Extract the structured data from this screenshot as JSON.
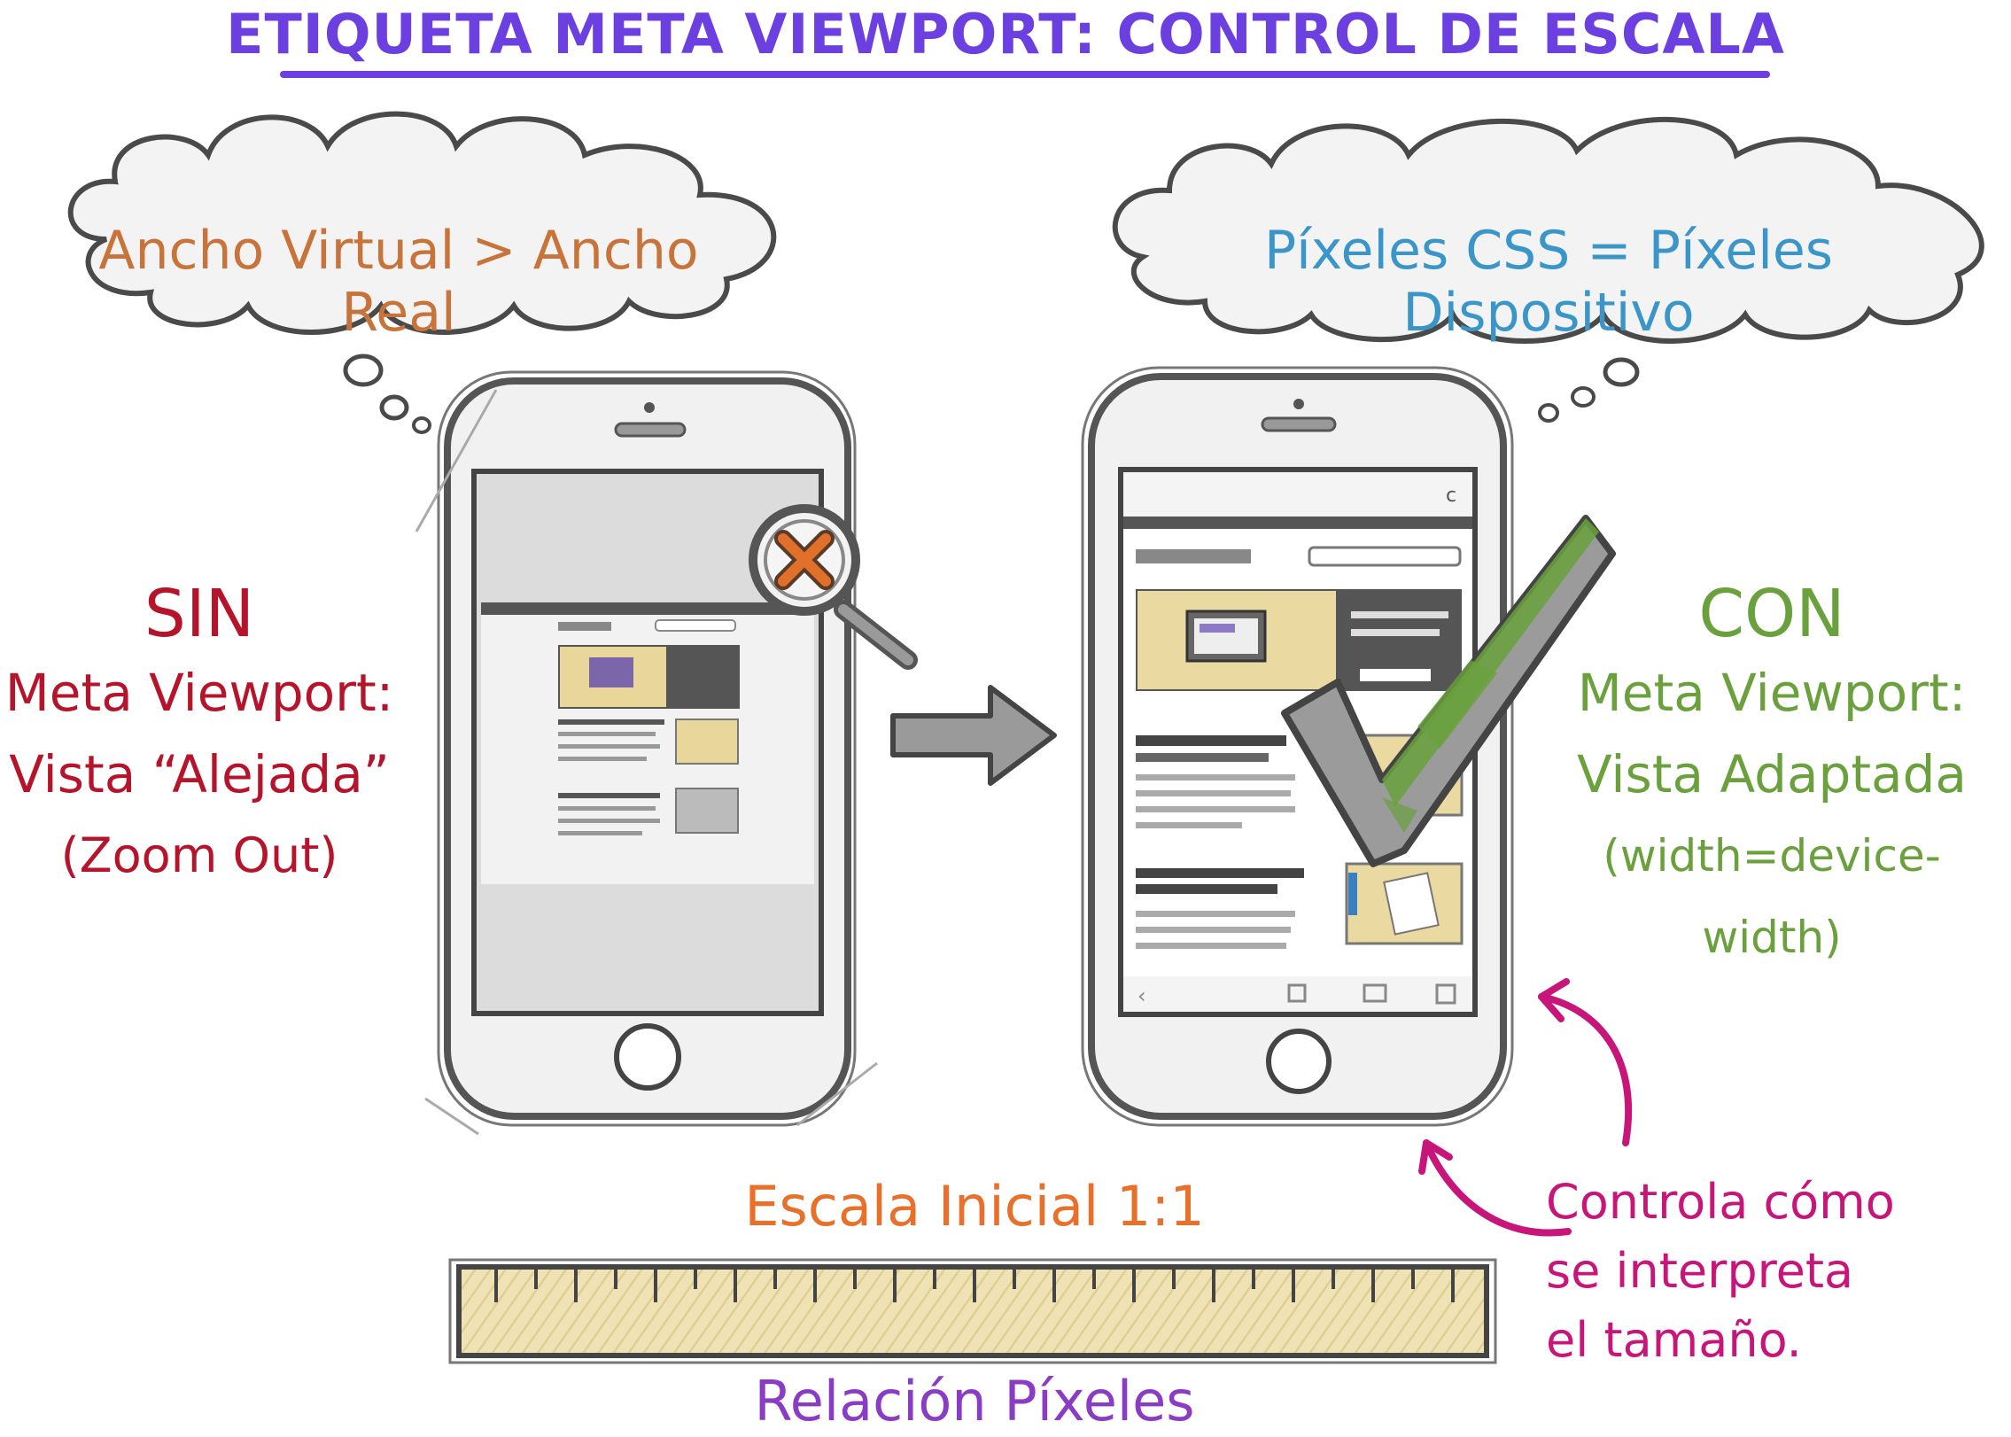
{
  "title": "ETIQUETA META VIEWPORT: CONTROL DE ESCALA",
  "thought_left": "Ancho Virtual > Ancho Real",
  "thought_right": "Píxeles CSS = Píxeles Dispositivo",
  "left_label": {
    "heading": "SIN",
    "line1": "Meta Viewport:",
    "line2": "Vista “Alejada”",
    "line3": "(Zoom Out)"
  },
  "right_label": {
    "heading": "CON",
    "line1": "Meta Viewport:",
    "line2": "Vista Adaptada",
    "line3": "(width=device-width)"
  },
  "scale_label": "Escala Inicial 1:1",
  "ruler_label": "Relación Píxeles",
  "note": {
    "line1": "Controla cómo",
    "line2": "se interpreta",
    "line3": "el tamaño."
  },
  "colors": {
    "title": "#6b3fe0",
    "thought_left": "#c8733a",
    "thought_right": "#3a95c9",
    "sin": "#b5142b",
    "con": "#6aa13d",
    "scale": "#e8702a",
    "ruler_label": "#8a3cc4",
    "note": "#c8157a"
  },
  "icons": [
    "magnifier-x-icon",
    "check-icon",
    "arrow-right-icon",
    "curved-arrow-icon"
  ]
}
